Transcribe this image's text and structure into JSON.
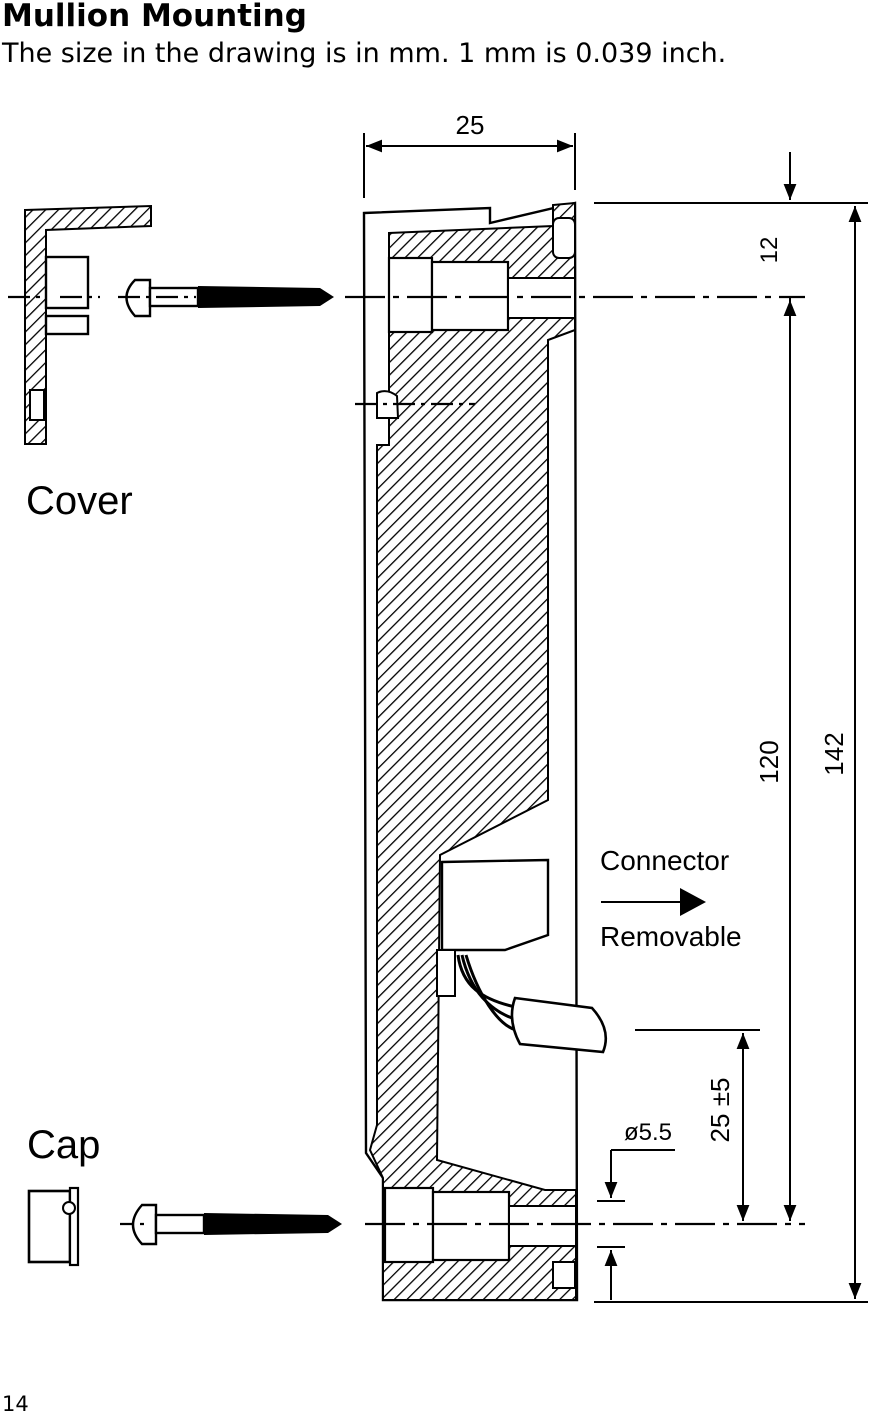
{
  "heading": {
    "title": "Mullion Mounting",
    "note": "The size in the drawing is in mm. 1 mm is 0.039 inch."
  },
  "labels": {
    "cover": "Cover",
    "cap": "Cap",
    "connector": "Connector",
    "removable": "Removable"
  },
  "dimensions": {
    "width": "25",
    "top_offset": "12",
    "hole_spacing": "120",
    "overall_height": "142",
    "cable_exit": "25 ±5",
    "hole_diameter": "ø5.5"
  },
  "page_number": "14"
}
